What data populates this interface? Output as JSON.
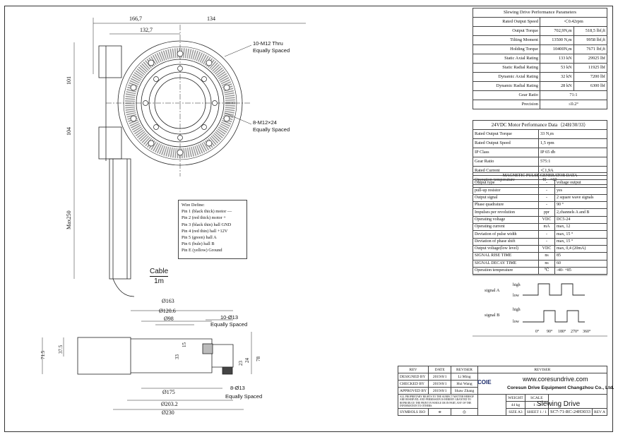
{
  "drawing": {
    "dims_top": {
      "d1": "166,7",
      "d2": "134",
      "d3": "132,7",
      "v1": "101",
      "v2": "104",
      "motor_len": "Max250"
    },
    "callouts": {
      "thru_holes": "10-M12 Thru",
      "thru_spacing": "Equally Spaced",
      "holes24": "8-M12×24",
      "holes24_spacing": "Equally Spaced"
    },
    "cable": {
      "label": "Cable",
      "length": "1m"
    },
    "section_dims": {
      "d163": "Ø163",
      "d1206": "Ø120.6",
      "d98": "Ø98",
      "holes13": "10-Ø13",
      "holes13_spacing": "Equally Spaced",
      "h33": "33",
      "h15": "15",
      "h24": "24",
      "h23": "23",
      "h78": "78",
      "h375": "37.5",
      "h715": "71.5",
      "d175": "Ø175",
      "d2032": "Ø203.2",
      "d230": "Ø230",
      "holes8": "8-Ø13",
      "holes8_spacing": "Equally Spaced"
    }
  },
  "wire": {
    "title": "Wire Define:",
    "pins": [
      "Pin 1  (black thick)   motor —",
      "Pin 2  (red thick)       motor +",
      "Pin 3  (black thin)       hall GND",
      "Pin 4  (red thin)  hall +12V",
      "Pin 5  (green)      hall A",
      "Pin 6  (bule)    hall B",
      "Pin E  (yellow)    Ground"
    ]
  },
  "perf": {
    "title": "Slewing Drive Performance Parameters",
    "rows": [
      {
        "label": "Rated Output Speed",
        "v1": "＜0.42rpm",
        "v2": ""
      },
      {
        "label": "Output Torque",
        "v1": "702,9N,m",
        "v2": "518,5 lbf,ft"
      },
      {
        "label": "Tilting Moment",
        "v1": "13500 N,m",
        "v2": "9958 lbf,ft"
      },
      {
        "label": "Holding Torque",
        "v1": "10400N,m",
        "v2": "7671  lbf,ft"
      },
      {
        "label": "Static Axial Rating",
        "v1": "133 kN",
        "v2": "29925 lbf"
      },
      {
        "label": "Static Radial Rating",
        "v1": "53 kN",
        "v2": "11925 lbf"
      },
      {
        "label": "Dynamic Axial Rating",
        "v1": "32 kN",
        "v2": "7200 lbf"
      },
      {
        "label": "Dynamic Radial Rating",
        "v1": "28 kN",
        "v2": "6300 lbf"
      },
      {
        "label": "Gear Ratio",
        "v1": "71:1",
        "v2": ""
      },
      {
        "label": "Precision",
        "v1": "≤0.2°",
        "v2": ""
      }
    ]
  },
  "motor": {
    "title": "24VDC Motor Performance Data（24H/30/33）",
    "rows": [
      {
        "label": "Rated Output Torque",
        "v": "33 N,m"
      },
      {
        "label": "Rated Output Speed",
        "v": "1,5 rpm"
      },
      {
        "label": "IP Class",
        "v": "IP 65 db"
      },
      {
        "label": "Gear Ratio",
        "v": "575:1"
      },
      {
        "label": "Rated Current",
        "v": "＜1,9A"
      },
      {
        "label": "Operation temperature",
        "v": "-40 - +60"
      }
    ]
  },
  "pulse": {
    "title": "MAGNETIC PULSE GENERATOR DATA",
    "rows": [
      {
        "label": "Output type",
        "u": "-",
        "v": "voltage output"
      },
      {
        "label": "pull-up resistor",
        "u": "-",
        "v": "yes"
      },
      {
        "label": "Output signal",
        "u": "-",
        "v": "2 square wave signals"
      },
      {
        "label": "Phase quadrature",
        "u": "-",
        "v": "90 °"
      },
      {
        "label": "Impulses per revolution",
        "u": "ppr",
        "v": "2,channels A and B"
      },
      {
        "label": "Operating voltage",
        "u": "VDC",
        "v": "DC5-24"
      },
      {
        "label": "Operating current",
        "u": "mA",
        "v": "max, 12"
      },
      {
        "label": "Deviation of pulse width",
        "u": "-",
        "v": "max, 15  °"
      },
      {
        "label": "Deviation of phase shift",
        "u": "-",
        "v": "max, 15  °"
      },
      {
        "label": "Output voltage(low level)",
        "u": "VDC",
        "v": "max, 0,4 (20mA)"
      },
      {
        "label": "SIGNAL RISE TIME",
        "u": "ns",
        "v": "85"
      },
      {
        "label": "SIGNAL DECAY TIME",
        "u": "ns",
        "v": "60"
      },
      {
        "label": "Operation temperature",
        "u": "℃",
        "v": "-40- +85"
      }
    ]
  },
  "signal": {
    "a": "signal A",
    "b": "signal B",
    "high": "high",
    "low": "low",
    "ticks": [
      "0°",
      "90°",
      "180°",
      "270°",
      "360°"
    ]
  },
  "titleblock": {
    "rev_h": "REV",
    "date_h": "DATE",
    "reviser_h": "REVISER",
    "reviser_col": "REVISER",
    "designed": "DESIGNED BY",
    "designed_date": "2019/8/1",
    "designed_name": "Li Ming",
    "checked": "CHECKED BY",
    "checked_date": "2019/8/1",
    "checked_name": "Hui Wang",
    "approved": "APPROVED BY",
    "approved_date": "2019/8/1",
    "approved_name": "Shaw Zhang",
    "notice": "ALL PROPRIETARY RIGHTS TO THE SUBJECT MATTER HEREOF ARE RESERVED, AND PERMISSION IS HEREBY GRANTED TO REPRODUCE THE PRINT IN WHOLE OR IN PART, ANY OF THE INFORMATION TO OTHERS.",
    "symbols": "SYMBOLS ISO",
    "website": "www.coresundrive.com",
    "company": "Coresun Drive Equipment Changzhou Co., Ltd.",
    "logo": "COIE",
    "weight_h": "WEIGHT",
    "scale_h": "SCALE",
    "weight": "44 kg",
    "scale": "1 : 3",
    "size_h": "SIZE",
    "size": "A3",
    "sheet_h": "SHEET",
    "sheet": "1 / 1",
    "title": "Slewing Drive",
    "drawing_no": "SC7-71-RC-24H3033",
    "rev_col": "REV",
    "rev": "A"
  }
}
